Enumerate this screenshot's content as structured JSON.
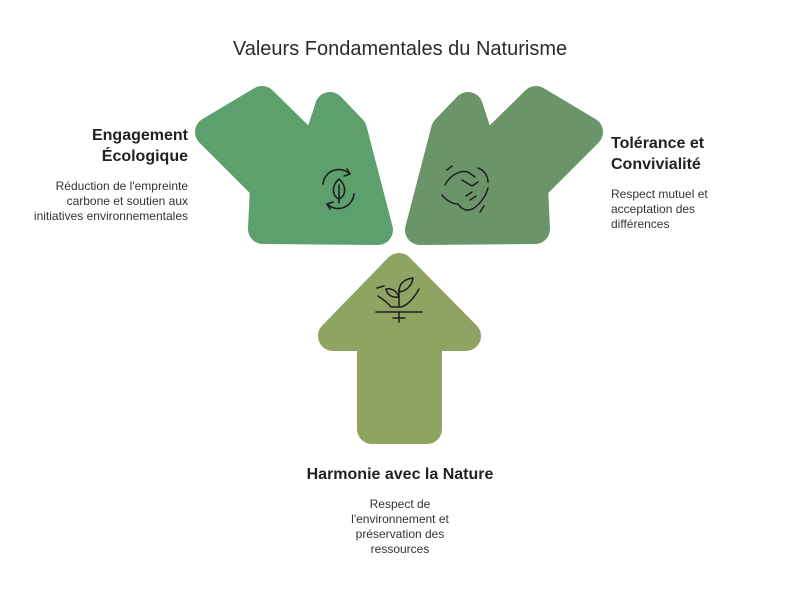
{
  "title": "Valeurs Fondamentales du Naturisme",
  "colors": {
    "arrow_left": "#5da06d",
    "arrow_right": "#6c9469",
    "arrow_bottom": "#8fa363",
    "icon_stroke": "#1e1e1e"
  },
  "items": [
    {
      "heading": "Engagement Écologique",
      "description": "Réduction de l'empreinte carbone et soutien aux initiatives environnementales",
      "icon": "recycle-leaf-icon"
    },
    {
      "heading": "Tolérance et Convivialité",
      "description": "Respect mutuel et acceptation des différences",
      "icon": "handshake-icon"
    },
    {
      "heading": "Harmonie avec la Nature",
      "description": "Respect de l'environnement et préservation des ressources",
      "icon": "hand-sprout-icon"
    }
  ]
}
